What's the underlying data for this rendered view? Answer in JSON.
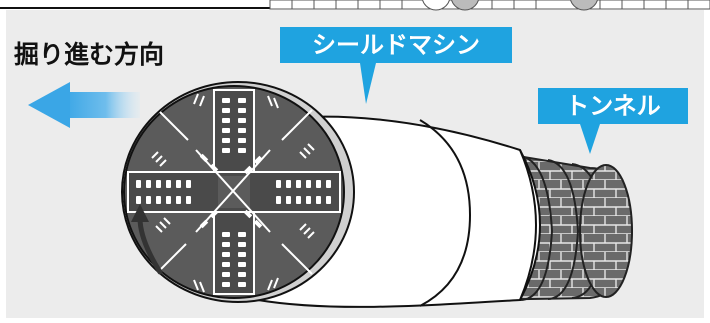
{
  "diagram": {
    "title": "掘り進む方向",
    "labels": {
      "shield_machine": "シールドマシン",
      "tunnel": "トンネル"
    },
    "colors": {
      "label_background": "#1fa3e0",
      "label_text": "#ffffff",
      "arrow": "#3aa6e6",
      "cutter_face": "#5b5b5b",
      "background": "#ececec"
    },
    "icons": {
      "direction_arrow": "arrow-left-icon",
      "rotation_arrow": "rotate-arrow-icon"
    }
  }
}
